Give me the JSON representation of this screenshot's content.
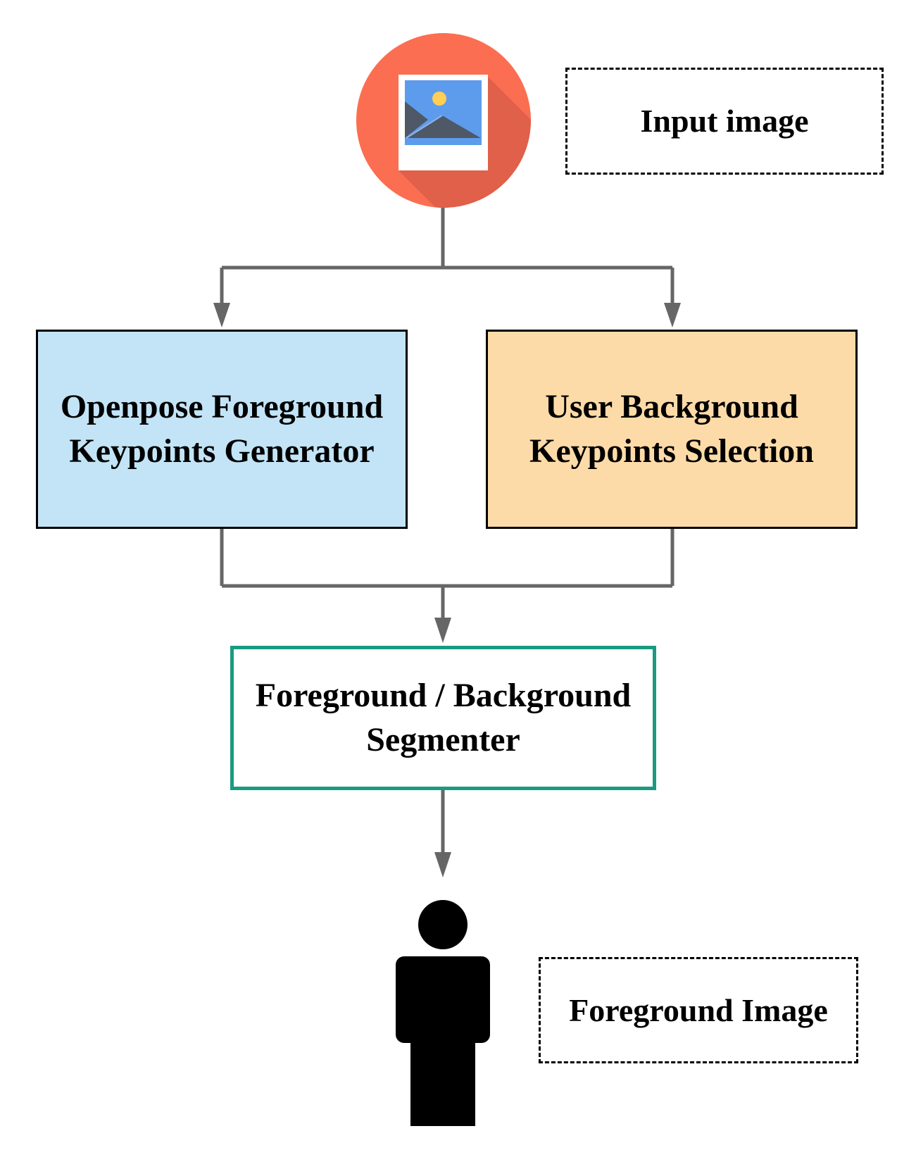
{
  "labels": {
    "input": "Input image",
    "foreground_image": "Foreground Image"
  },
  "nodes": {
    "openpose": "Openpose Foreground\nKeypoints Generator",
    "user_background": "User Background\nKeypoints Selection",
    "segmenter": "Foreground / Background\nSegmenter"
  },
  "colors": {
    "openpose_fill": "#c2e4f6",
    "user_fill": "#fddba8",
    "segmenter_border": "#1a9a80",
    "icon_circle": "#fc6e51",
    "icon_shadow": "#e0604a",
    "icon_sky": "#5d9cec",
    "icon_sun": "#ffce54",
    "icon_mountain": "#4f5866",
    "connector": "#666666"
  },
  "icons": {
    "input": "image-icon",
    "output": "person-icon"
  }
}
